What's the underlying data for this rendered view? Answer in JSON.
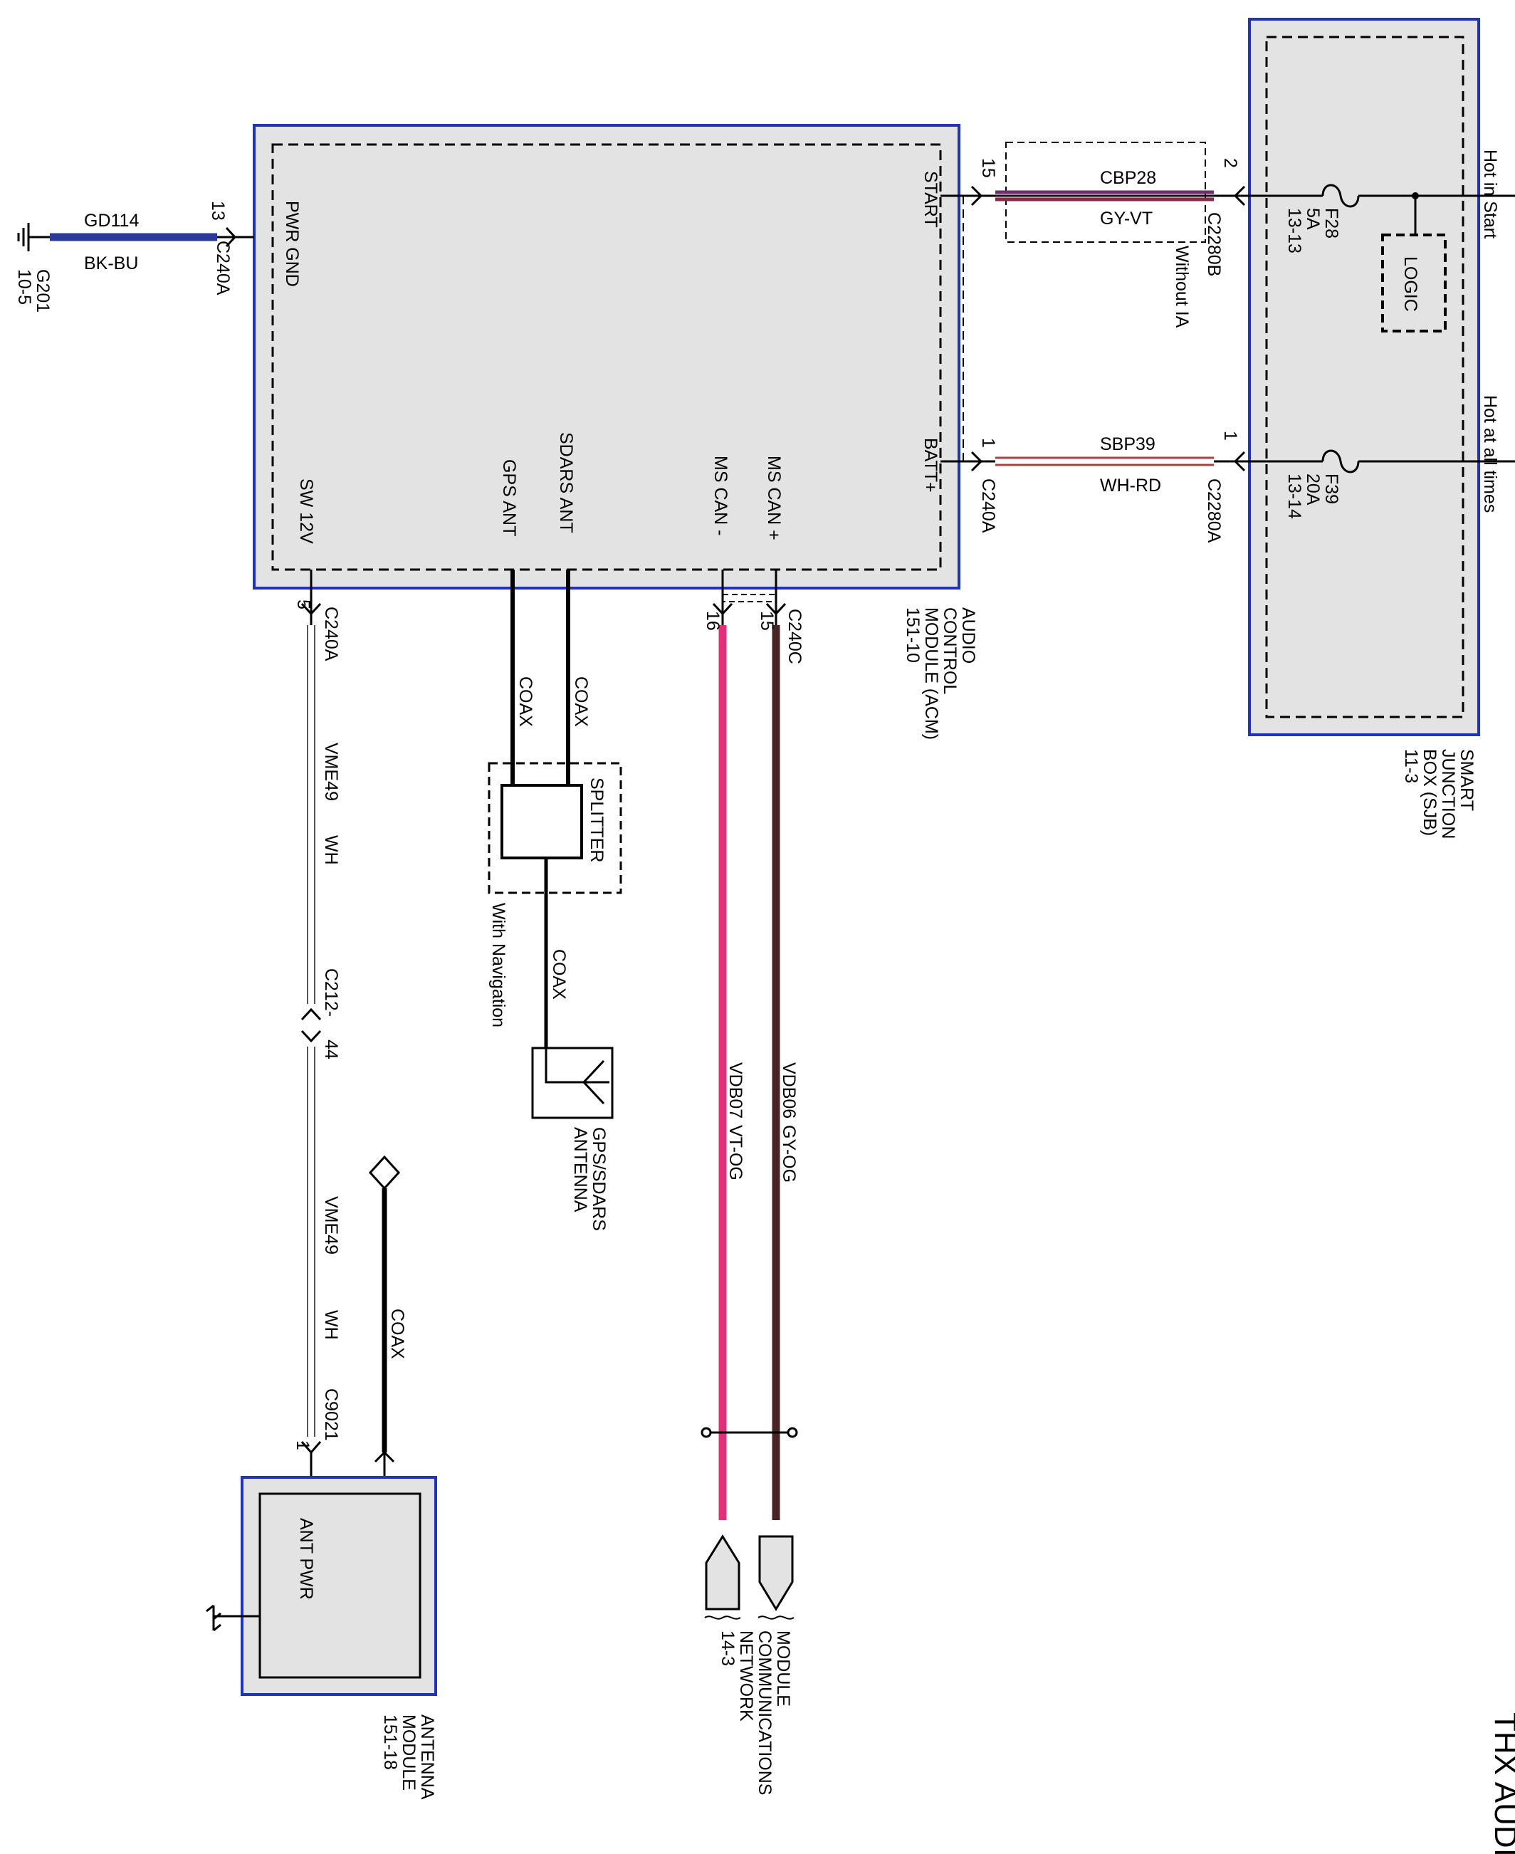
{
  "title": "THX AUDIO",
  "colors": {
    "module_border": "#2233bb",
    "module_fill": "#e3e3e3",
    "wire_gd114": "#2a3a9a",
    "wire_cbp28_a": "#6f2f6f",
    "wire_cbp28_b": "#8a2a4a",
    "wire_sbp39": "#b04040",
    "wire_vdb07": "#e0307a",
    "wire_vdb06": "#4a2424"
  },
  "acm": {
    "name_lines": [
      "AUDIO",
      "CONTROL",
      "MODULE (ACM)",
      "151-10"
    ],
    "pins": {
      "pwr_gnd": "PWR GND",
      "start": "START",
      "batt": "BATT+",
      "ms_can_plus": "MS CAN +",
      "ms_can_minus": "MS CAN -",
      "sdars_ant": "SDARS ANT",
      "gps_ant": "GPS ANT",
      "sw_12v": "SW 12V"
    }
  },
  "sjb": {
    "name_lines": [
      "SMART",
      "JUNCTION",
      "BOX (SJB)",
      "11-3"
    ],
    "hot_in_start": "Hot in Start",
    "hot_at_all_times": "Hot at all times",
    "logic": "LOGIC",
    "f28": [
      "F28",
      "5A",
      "13-13"
    ],
    "f39": [
      "F39",
      "20A",
      "13-14"
    ]
  },
  "ground": {
    "circuit": "GD114",
    "color": "BK-BU",
    "pin": "13",
    "connector": "C240A",
    "ground_id": [
      "G201",
      "10-5"
    ]
  },
  "start_circuit": {
    "circuit": "CBP28",
    "color": "GY-VT",
    "pin_acm": "15",
    "pin_sjb": "2",
    "connector_sjb": "C2280B",
    "note": "Without IA"
  },
  "batt_circuit": {
    "circuit": "SBP39",
    "color": "WH-RD",
    "pin_acm": "1",
    "pin_sjb": "1",
    "connector_acm": "C240A",
    "connector_sjb": "C2280A"
  },
  "can": {
    "pin_minus": "16",
    "pin_plus": "15",
    "connector": "C240C",
    "plus_circuit": "VDB06",
    "plus_color": "GY-OG",
    "minus_circuit": "VDB07",
    "minus_color": "VT-OG",
    "network_lines": [
      "MODULE",
      "COMMUNICATIONS",
      "NETWORK",
      "14-3"
    ]
  },
  "coax": {
    "label": "COAX",
    "splitter": "SPLITTER",
    "with_navigation": "With Navigation",
    "gps_sdars_antenna": [
      "GPS/SDARS",
      "ANTENNA"
    ]
  },
  "sw12v": {
    "pin": "5",
    "connector": "C240A",
    "circuit": "VME49",
    "color": "WH",
    "inline_connector": "C212-",
    "inline_pin": "44",
    "connector_antenna": "C9021",
    "pin_antenna": "1"
  },
  "antenna_module": {
    "pin_label": "ANT PWR",
    "name_lines": [
      "ANTENNA",
      "MODULE",
      "151-18"
    ]
  }
}
